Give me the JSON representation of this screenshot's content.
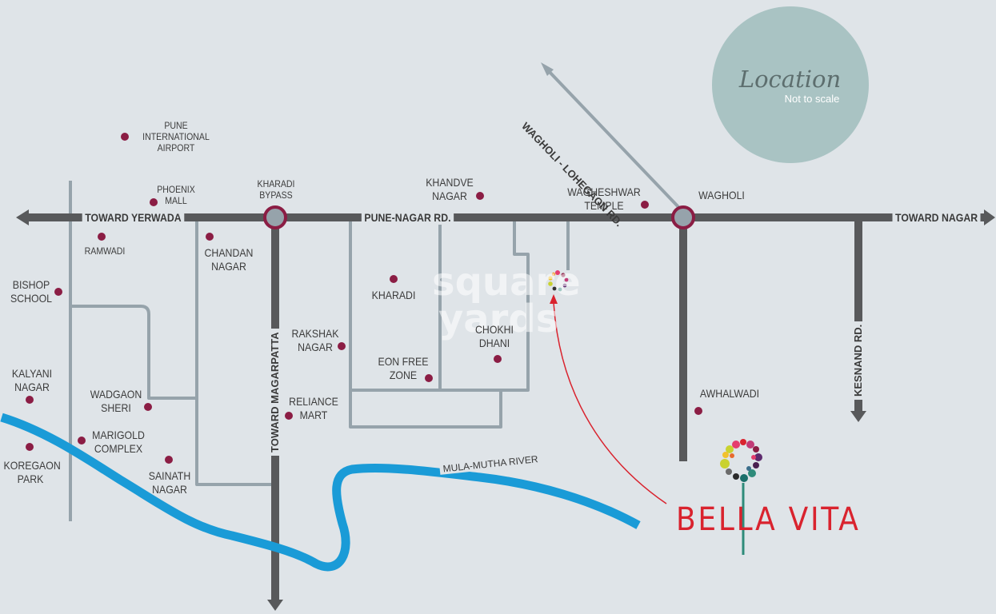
{
  "legend": {
    "title": "Location",
    "subtitle": "Not to scale"
  },
  "brand": {
    "name": "BELLA VITA"
  },
  "watermark": {
    "line1": "square",
    "line2": "yards"
  },
  "roads": {
    "yerwada": "TOWARD YERWADA",
    "pune_nagar": "PUNE-NAGAR RD.",
    "nagar": "TOWARD NAGAR",
    "wagholi_lohegaon": "WAGHOLI - LOHEGAON RD.",
    "magarpatta": "TOWARD MAGARPATTA",
    "kesnand": "KESNAND RD.",
    "river": "MULA-MUTHA RIVER"
  },
  "places": {
    "airport": "PUNE\nINTERNATIONAL\nAIRPORT",
    "phoenix": "PHOENIX\nMALL",
    "kharadi_bypass": "KHARADI\nBYPASS",
    "khandve": "KHANDVE\nNAGAR",
    "wagheshwar": "WAGHESHWAR\nTEMPLE",
    "wagholi": "WAGHOLI",
    "ramwadi": "RAMWADI",
    "chandan": "CHANDAN\nNAGAR",
    "bishop": "BISHOP\nSCHOOL",
    "kharadi": "KHARADI",
    "rakshak": "RAKSHAK\nNAGAR",
    "chokhi": "CHOKHI\nDHANI",
    "eon": "EON FREE\nZONE",
    "kalyani": "KALYANI\nNAGAR",
    "wadgaon": "WADGAON\nSHERI",
    "reliance": "RELIANCE\nMART",
    "awhalwadi": "AWHALWADI",
    "marigold": "MARIGOLD\nCOMPLEX",
    "koregaon": "KOREGAON\nPARK",
    "sainath": "SAINATH\nNAGAR"
  },
  "colors": {
    "background": "#dfe4e8",
    "road": "#58595b",
    "lane": "#96a3ab",
    "river": "#1a9bd7",
    "marker": "#8b1d44",
    "legend_circle": "#a9c3c3",
    "brand": "#d9232e"
  }
}
